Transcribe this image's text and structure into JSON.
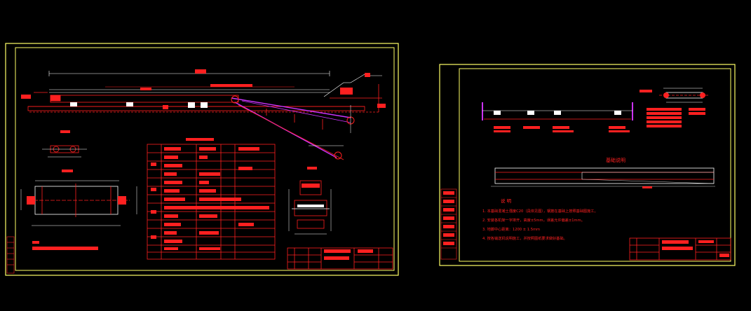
{
  "sheet_left": {
    "notes_text": ""
  },
  "sheet_right": {
    "section_title": "基础说明",
    "notes_heading": "说 明",
    "notes": [
      "1. 本基础混凝土强度C20（具体见图），钢筋在基础上按照基础图施工。",
      "2. 安装各机架一字排开，高度±5mm，误差允许偏差±1mm。",
      "3. 地脚中心距离：1200 ± 1.5mm",
      "4. 按各输送机说明施工，并按照图纸要求做好基础。"
    ]
  },
  "colors": {
    "frame": "#ffff66",
    "drawing": "#ff2020",
    "belt": "#cc33ff",
    "dimension": "#ffffff",
    "background": "#000000"
  }
}
